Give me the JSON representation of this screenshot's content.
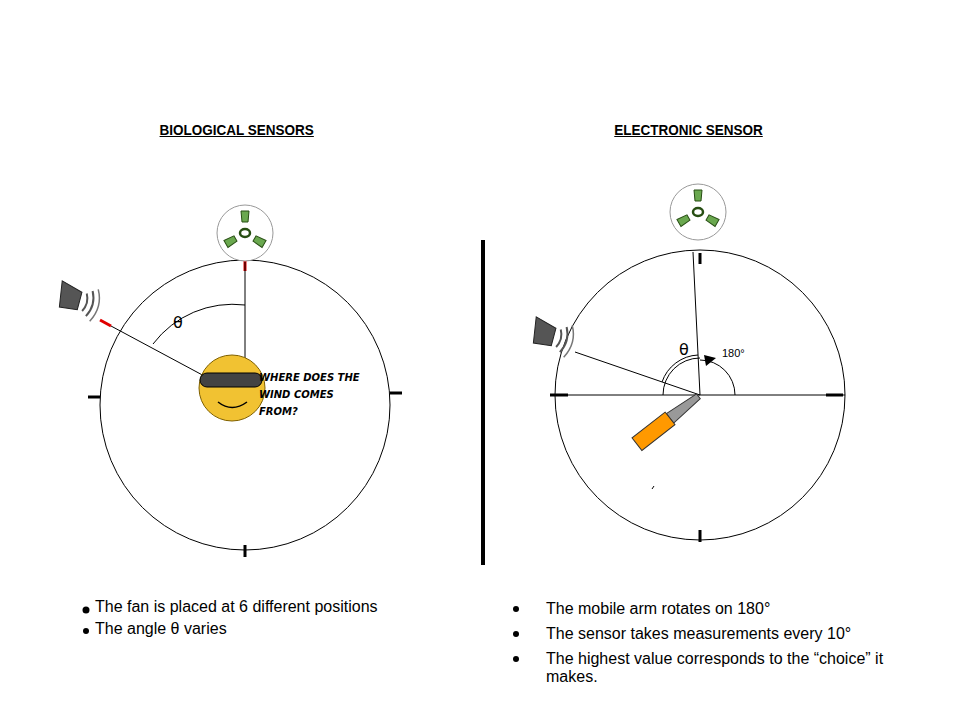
{
  "diagram": {
    "labels": [
      "BIOLOGICAL SENSORS",
      "ELECTRONIC SENSOR",
      "θ",
      "WHERE DOES THE WIND COMES FROM?",
      "θ",
      "180°",
      "The fan is placed at 6 different positions",
      "The angle θ varies",
      "The mobile arm rotates on 180°",
      "The sensor takes measurements every 10°",
      "The highest value corresponds to the “choice” it makes."
    ]
  }
}
